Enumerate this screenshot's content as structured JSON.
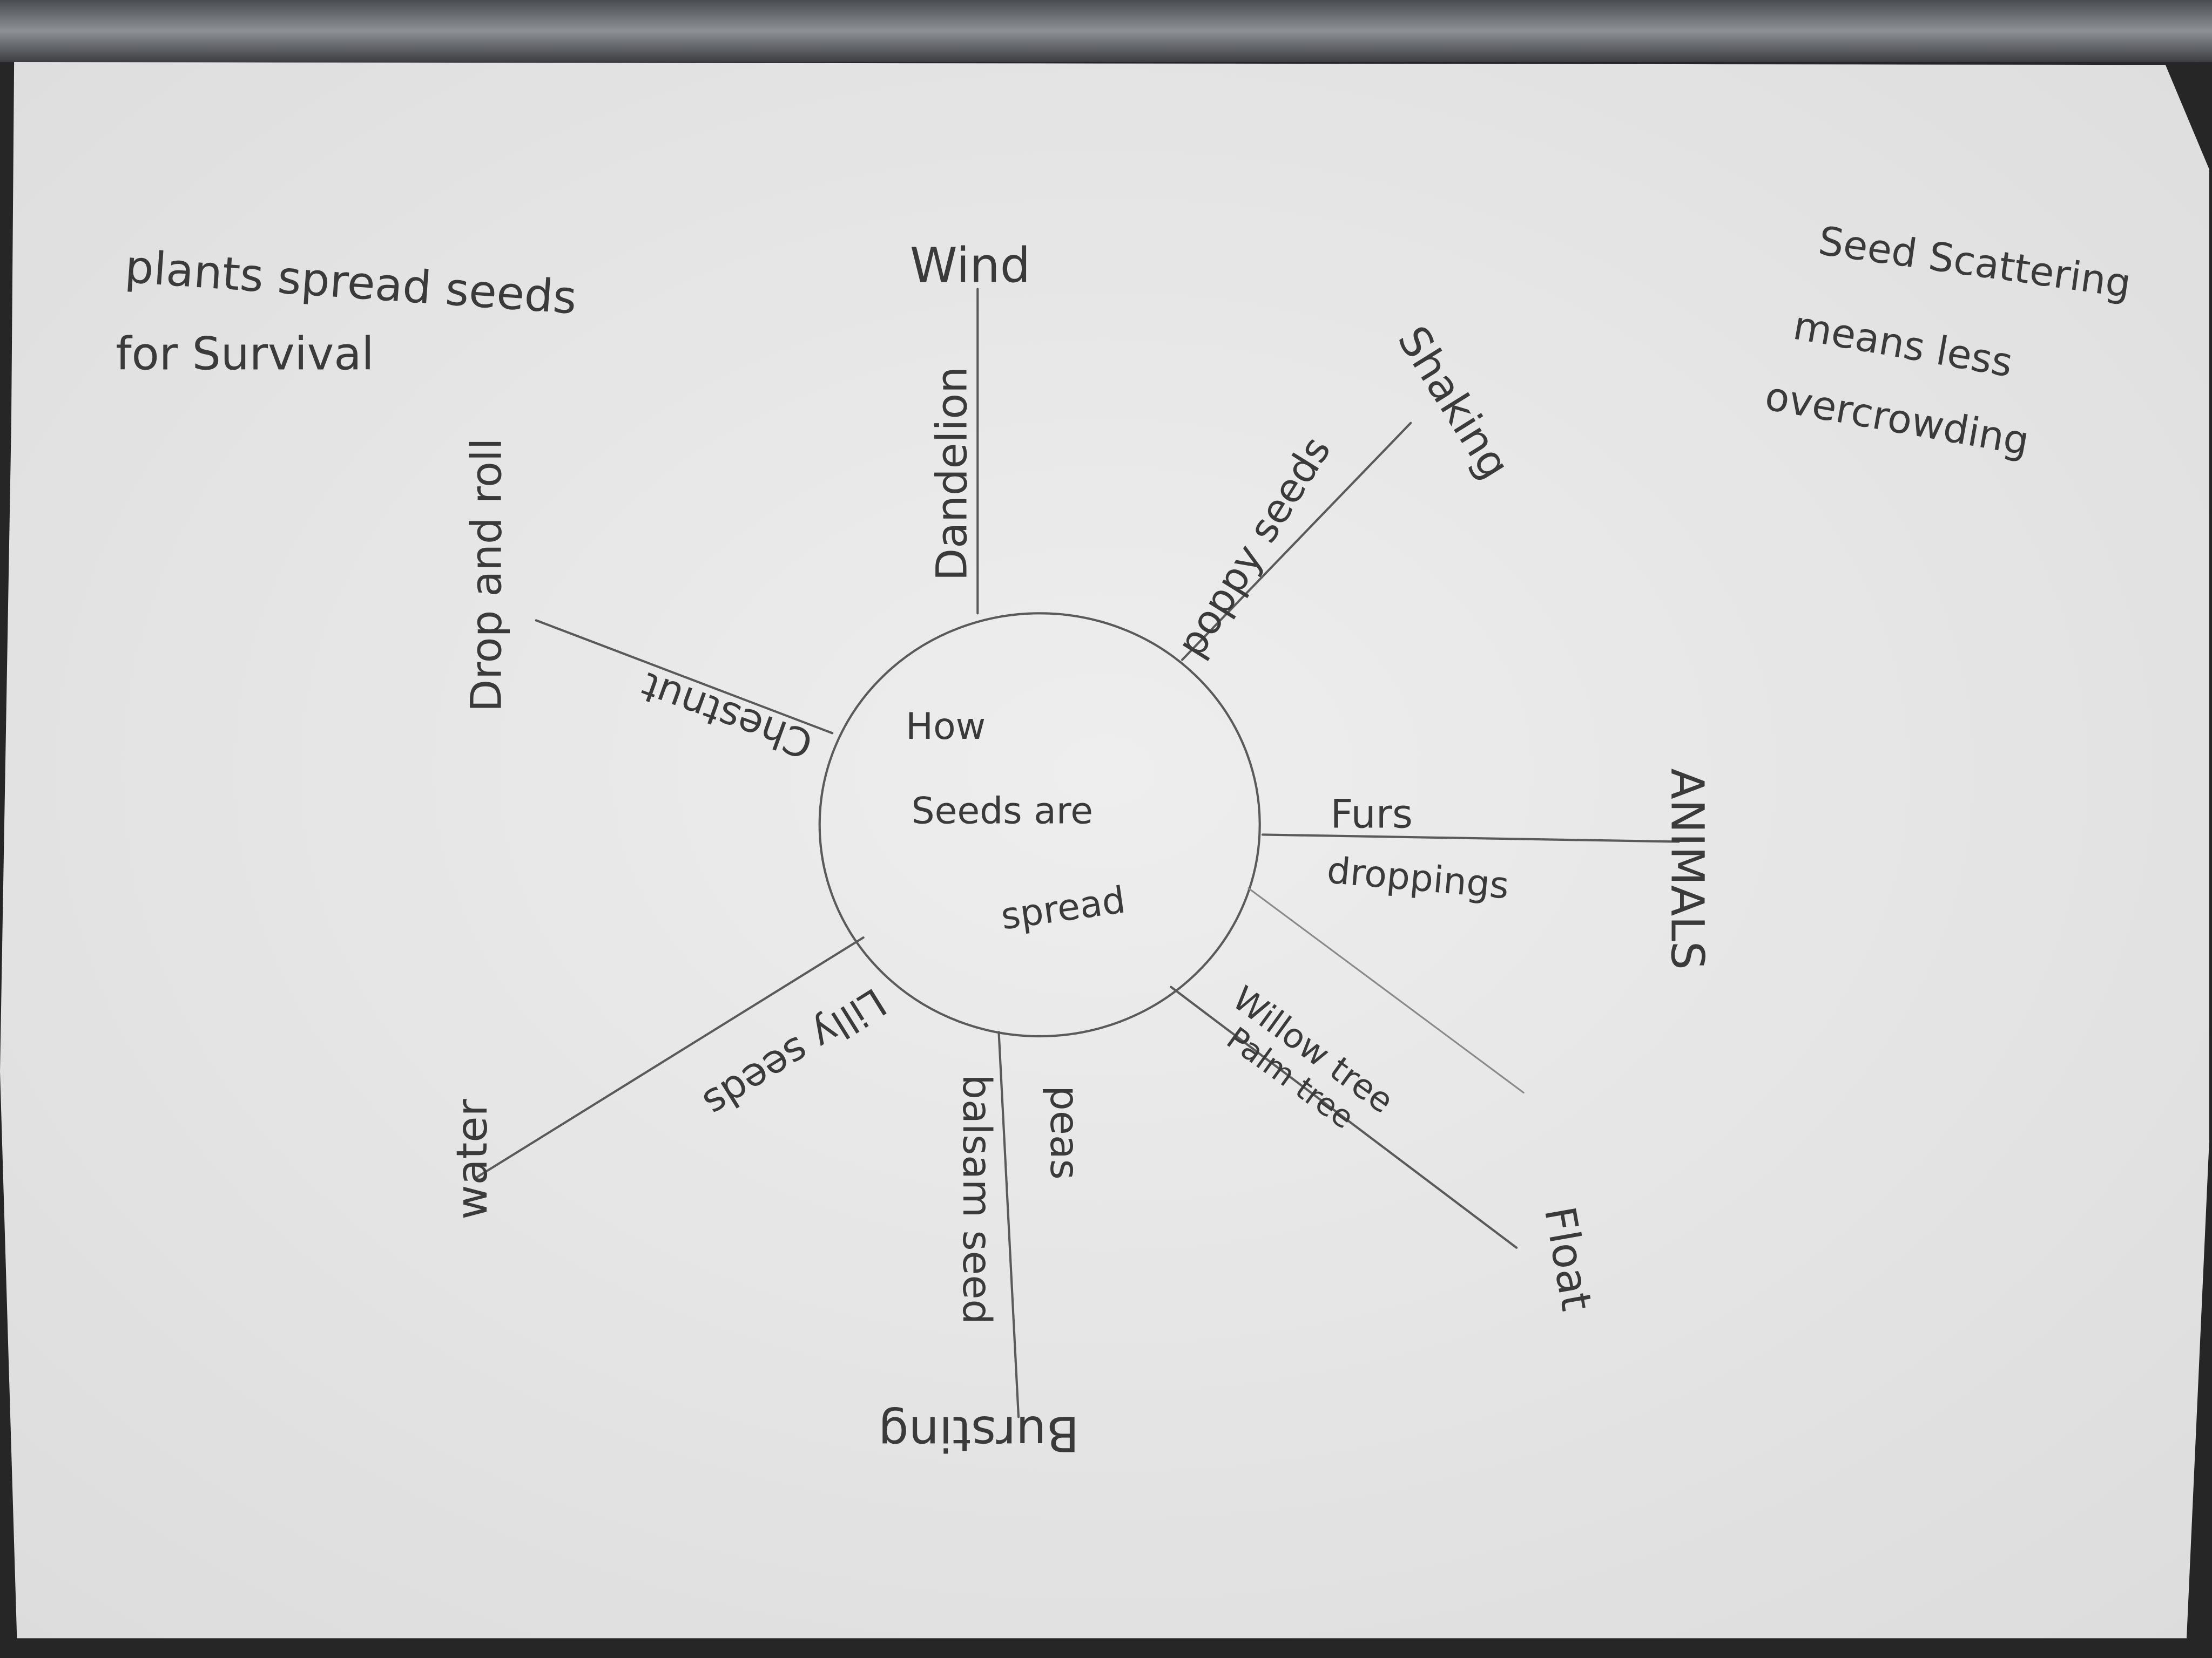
{
  "center": {
    "line1": "How",
    "line2": "Seeds are",
    "line3": "spread"
  },
  "notes": {
    "top_left": {
      "line1": "plants spread seeds",
      "line2": "for Survival"
    },
    "top_right": {
      "line1": "Seed Scattering",
      "line2": "means less",
      "line3": "overcrowding"
    }
  },
  "branches": {
    "wind": {
      "label": "Wind",
      "example": "Dandelion"
    },
    "shaking": {
      "label": "Shaking",
      "example": "poppy seeds"
    },
    "animals": {
      "label": "ANIMALS",
      "example1": "Furs",
      "example2": "droppings"
    },
    "float": {
      "label": "Float",
      "example1": "Willow tree",
      "example2": "Palm tree"
    },
    "bursting": {
      "label": "Bursting",
      "example1": "peas",
      "example2": "balsam seed"
    },
    "water": {
      "label": "water",
      "example": "Lilly seeds"
    },
    "drop": {
      "label": "Drop and roll",
      "example": "Chestnut"
    }
  },
  "colors": {
    "paper": "#ebebeb",
    "pencil": "#3a3a3a",
    "background": "#2a2a2a"
  }
}
